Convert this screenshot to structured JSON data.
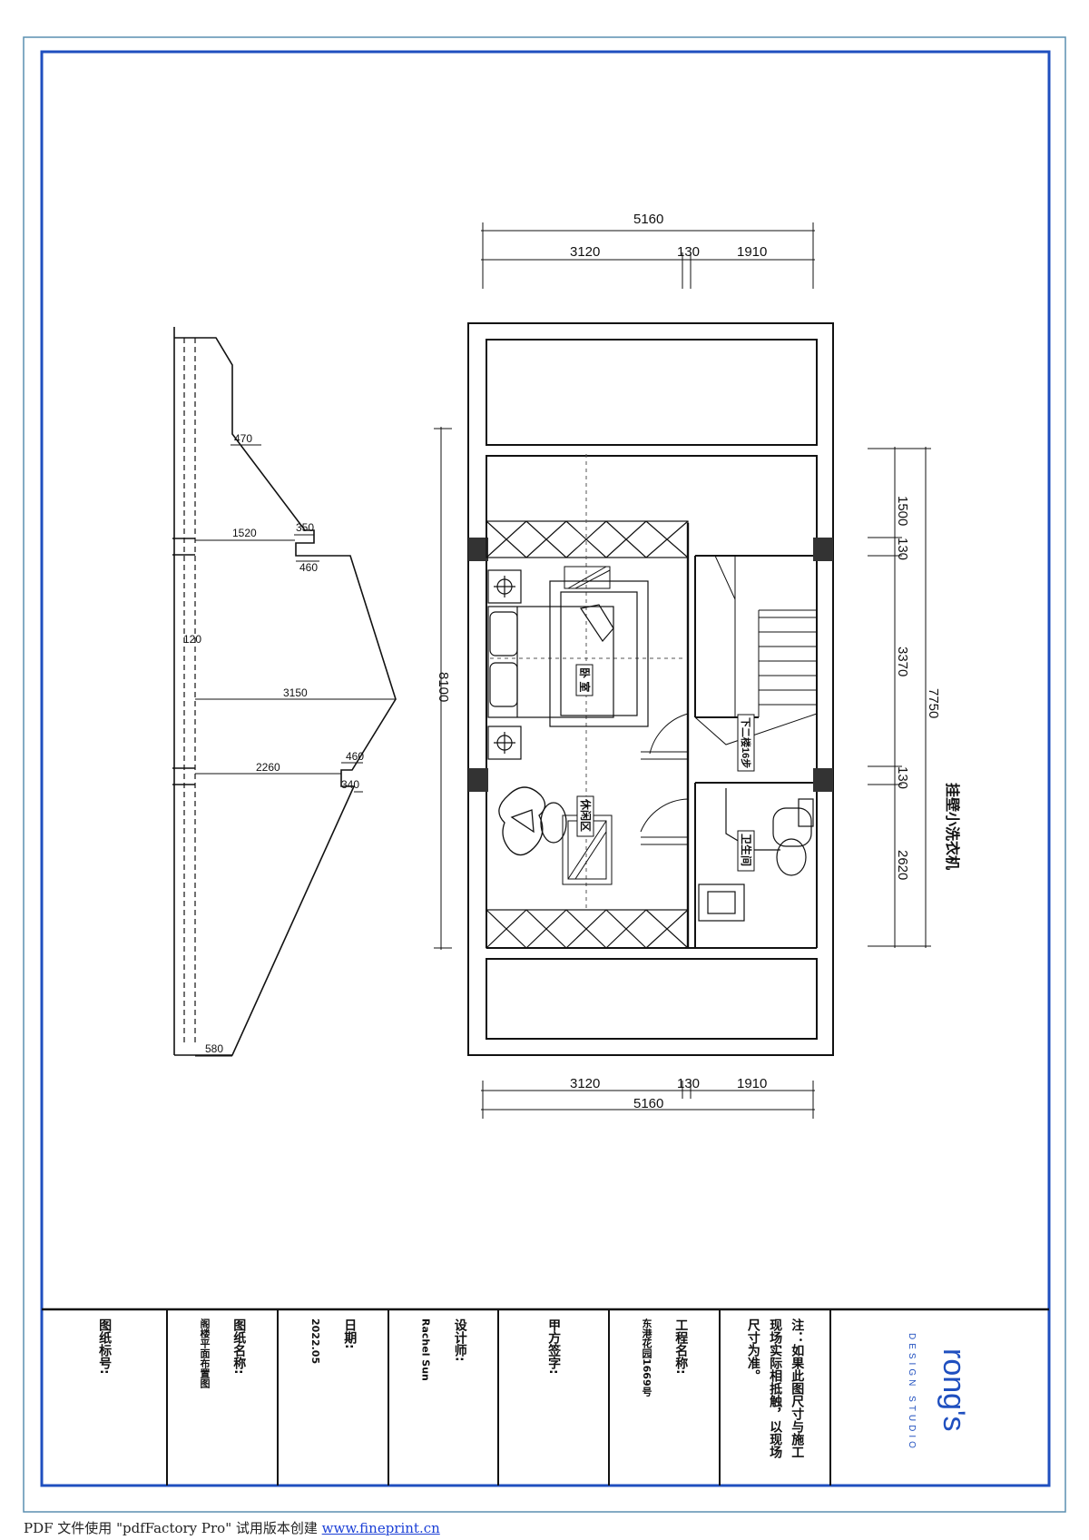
{
  "dims": {
    "top_total": "5160",
    "top_a": "3120",
    "top_b": "130",
    "top_c": "1910",
    "bottom_total": "5160",
    "bottom_a": "3120",
    "bottom_b": "130",
    "bottom_c": "1910",
    "left_height": "8100",
    "right_total": "7750",
    "right_1": "1500",
    "right_2": "130",
    "right_3": "3370",
    "right_4": "130",
    "right_5": "2620"
  },
  "section_dims": {
    "d470": "470",
    "d1520": "1520",
    "d350": "350",
    "d460a": "460",
    "d120": "120",
    "d3150": "3150",
    "d2260": "2260",
    "d460b": "460",
    "d340": "340",
    "d580": "580"
  },
  "rooms": {
    "bedroom": "卧 室",
    "lounge": "休闲区",
    "bathroom": "卫生间",
    "stairs": "下二楼16步",
    "washer_note": "挂壁小洗衣机"
  },
  "title_block": {
    "drawing_no_label": "图纸标号:",
    "drawing_name_label": "图纸名称:",
    "drawing_name_value": "阁楼平面布置图",
    "date_label": "日期:",
    "date_value": "2022.05",
    "designer_label": "设计师:",
    "designer_value": "Rachel Sun",
    "client_label": "甲方签字:",
    "project_label": "工程名称:",
    "project_value": "东港花园1669号",
    "note_line1": "注：如果此图尺寸与施工",
    "note_line2": "现场实际相抵触，以现场",
    "note_line3": "尺寸为准。",
    "logo_main": "rong's",
    "logo_sub": "DESIGN STUDIO"
  },
  "footer": {
    "text": "PDF 文件使用 \"pdfFactory Pro\" 试用版本创建 ",
    "link": "www.fineprint.cn"
  }
}
